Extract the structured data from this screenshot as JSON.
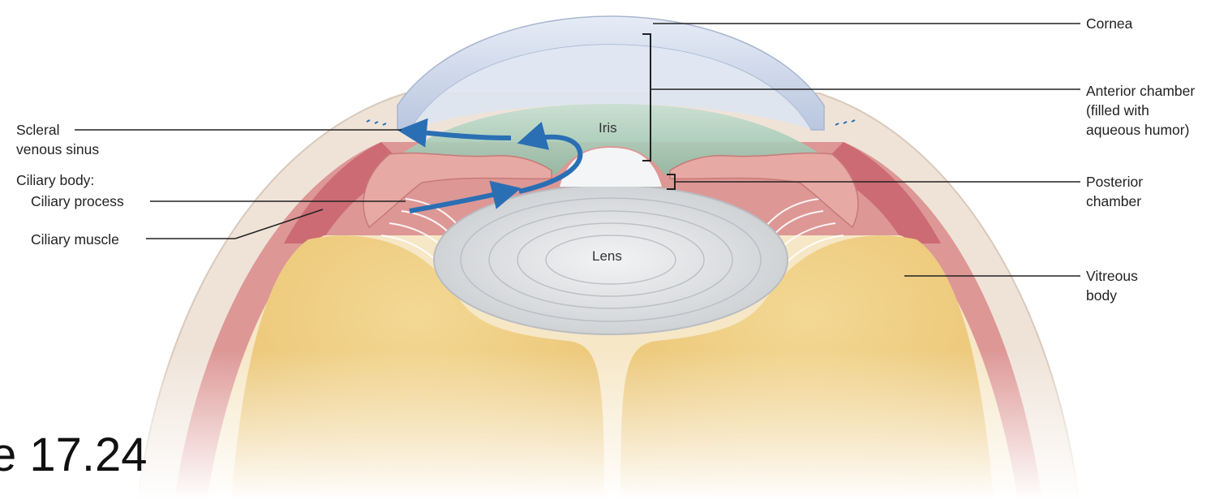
{
  "figure": {
    "caption": "e 17.24"
  },
  "labels": {
    "cornea": "Cornea",
    "anterior_chamber": [
      "Anterior chamber",
      "(filled with",
      "aqueous humor)"
    ],
    "posterior_chamber": [
      "Posterior",
      "chamber"
    ],
    "vitreous_body": [
      "Vitreous",
      "body"
    ],
    "scleral_venous_sinus": [
      "Scleral",
      "venous sinus"
    ],
    "ciliary_body": "Ciliary body:",
    "ciliary_process": "Ciliary process",
    "ciliary_muscle": "Ciliary muscle",
    "iris": "Iris",
    "lens": "Lens"
  },
  "colors": {
    "cornea": "#c9d3e8",
    "sclera": "#efe3d8",
    "choroid": "#d9898a",
    "iris": "#a9cdb9",
    "ciliary": "#e7a9a3",
    "vitreous": "#efcf86",
    "lens": "#dcdee0",
    "flow_arrow": "#2a6fb4"
  }
}
